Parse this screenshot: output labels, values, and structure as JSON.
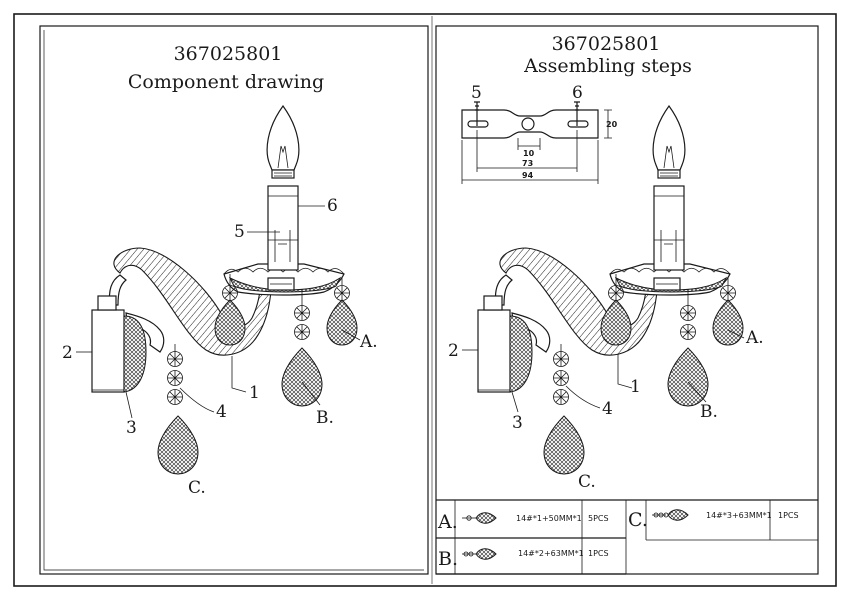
{
  "left_panel": {
    "code": "367025801",
    "title": "Component drawing",
    "labels": {
      "p1": "1",
      "p2": "2",
      "p3": "3",
      "p4": "4",
      "p5": "5",
      "p6": "6",
      "a": "A.",
      "b": "B.",
      "c": "C."
    }
  },
  "right_panel": {
    "code": "367025801",
    "title": "Assembling steps",
    "labels": {
      "p1": "1",
      "p2": "2",
      "p3": "3",
      "p4": "4",
      "p5": "5",
      "p6": "6",
      "a": "A.",
      "b": "B.",
      "c": "C."
    },
    "bracket": {
      "d10": "10",
      "d20": "20",
      "d73": "73",
      "d94": "94"
    },
    "parts_table": [
      {
        "letter": "A.",
        "spec": "14#*1+50MM*1",
        "qty": "5PCS"
      },
      {
        "letter": "C.",
        "spec": "14#*3+63MM*1",
        "qty": "1PCS"
      },
      {
        "letter": "B.",
        "spec": "14#*2+63MM*1",
        "qty": "1PCS"
      }
    ]
  }
}
